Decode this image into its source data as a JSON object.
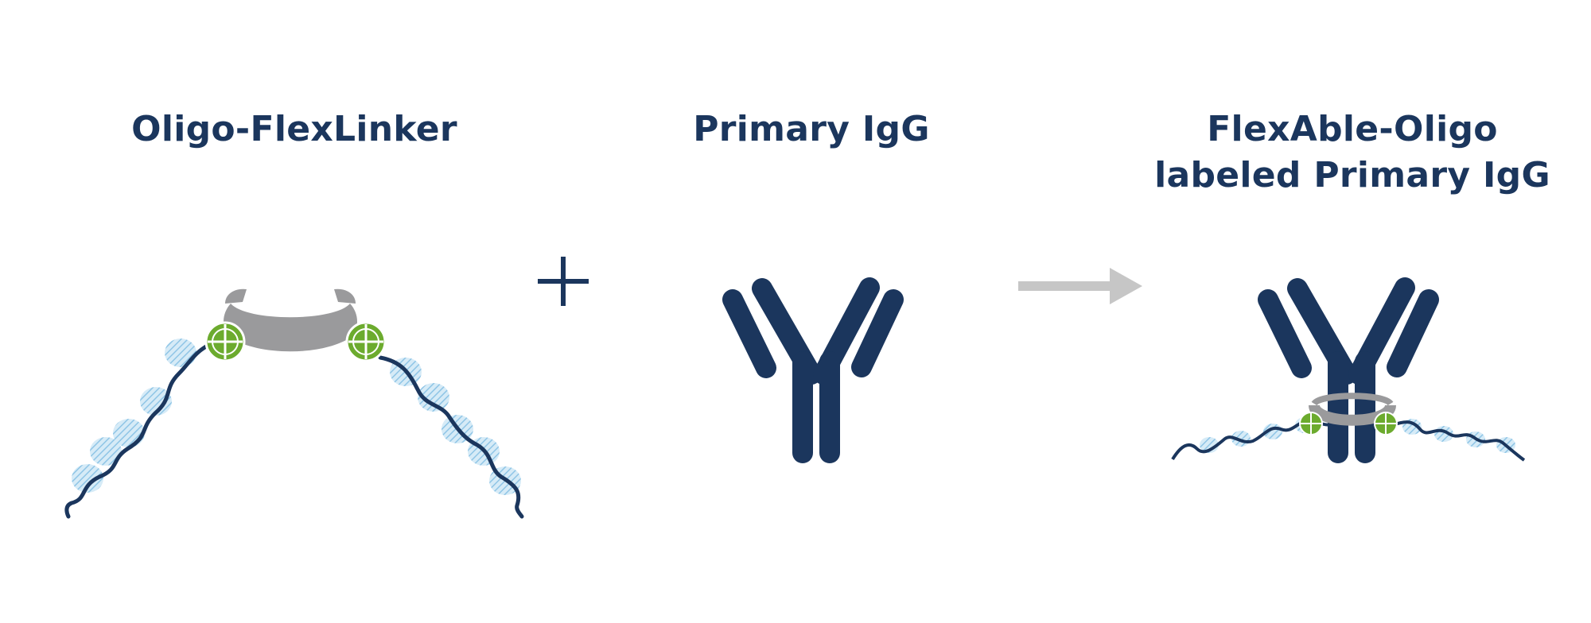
{
  "labels": {
    "oligo_flexlinker": "Oligo-FlexLinker",
    "primary_igg": "Primary IgG",
    "product_line1": "FlexAble-Oligo",
    "product_line2": "labeled Primary IgG"
  },
  "operators": {
    "plus": "+"
  },
  "colors": {
    "navy": "#1b365d",
    "linker_gray": "#9a9a9c",
    "oligo_blue": "#a9d3ec",
    "anchor_green": "#6cab2e",
    "arrow_gray": "#c6c6c6"
  },
  "icons": [
    "oligo-flexlinker-icon",
    "plus-icon",
    "igg-antibody-icon",
    "reaction-arrow-icon",
    "labeled-igg-icon"
  ]
}
